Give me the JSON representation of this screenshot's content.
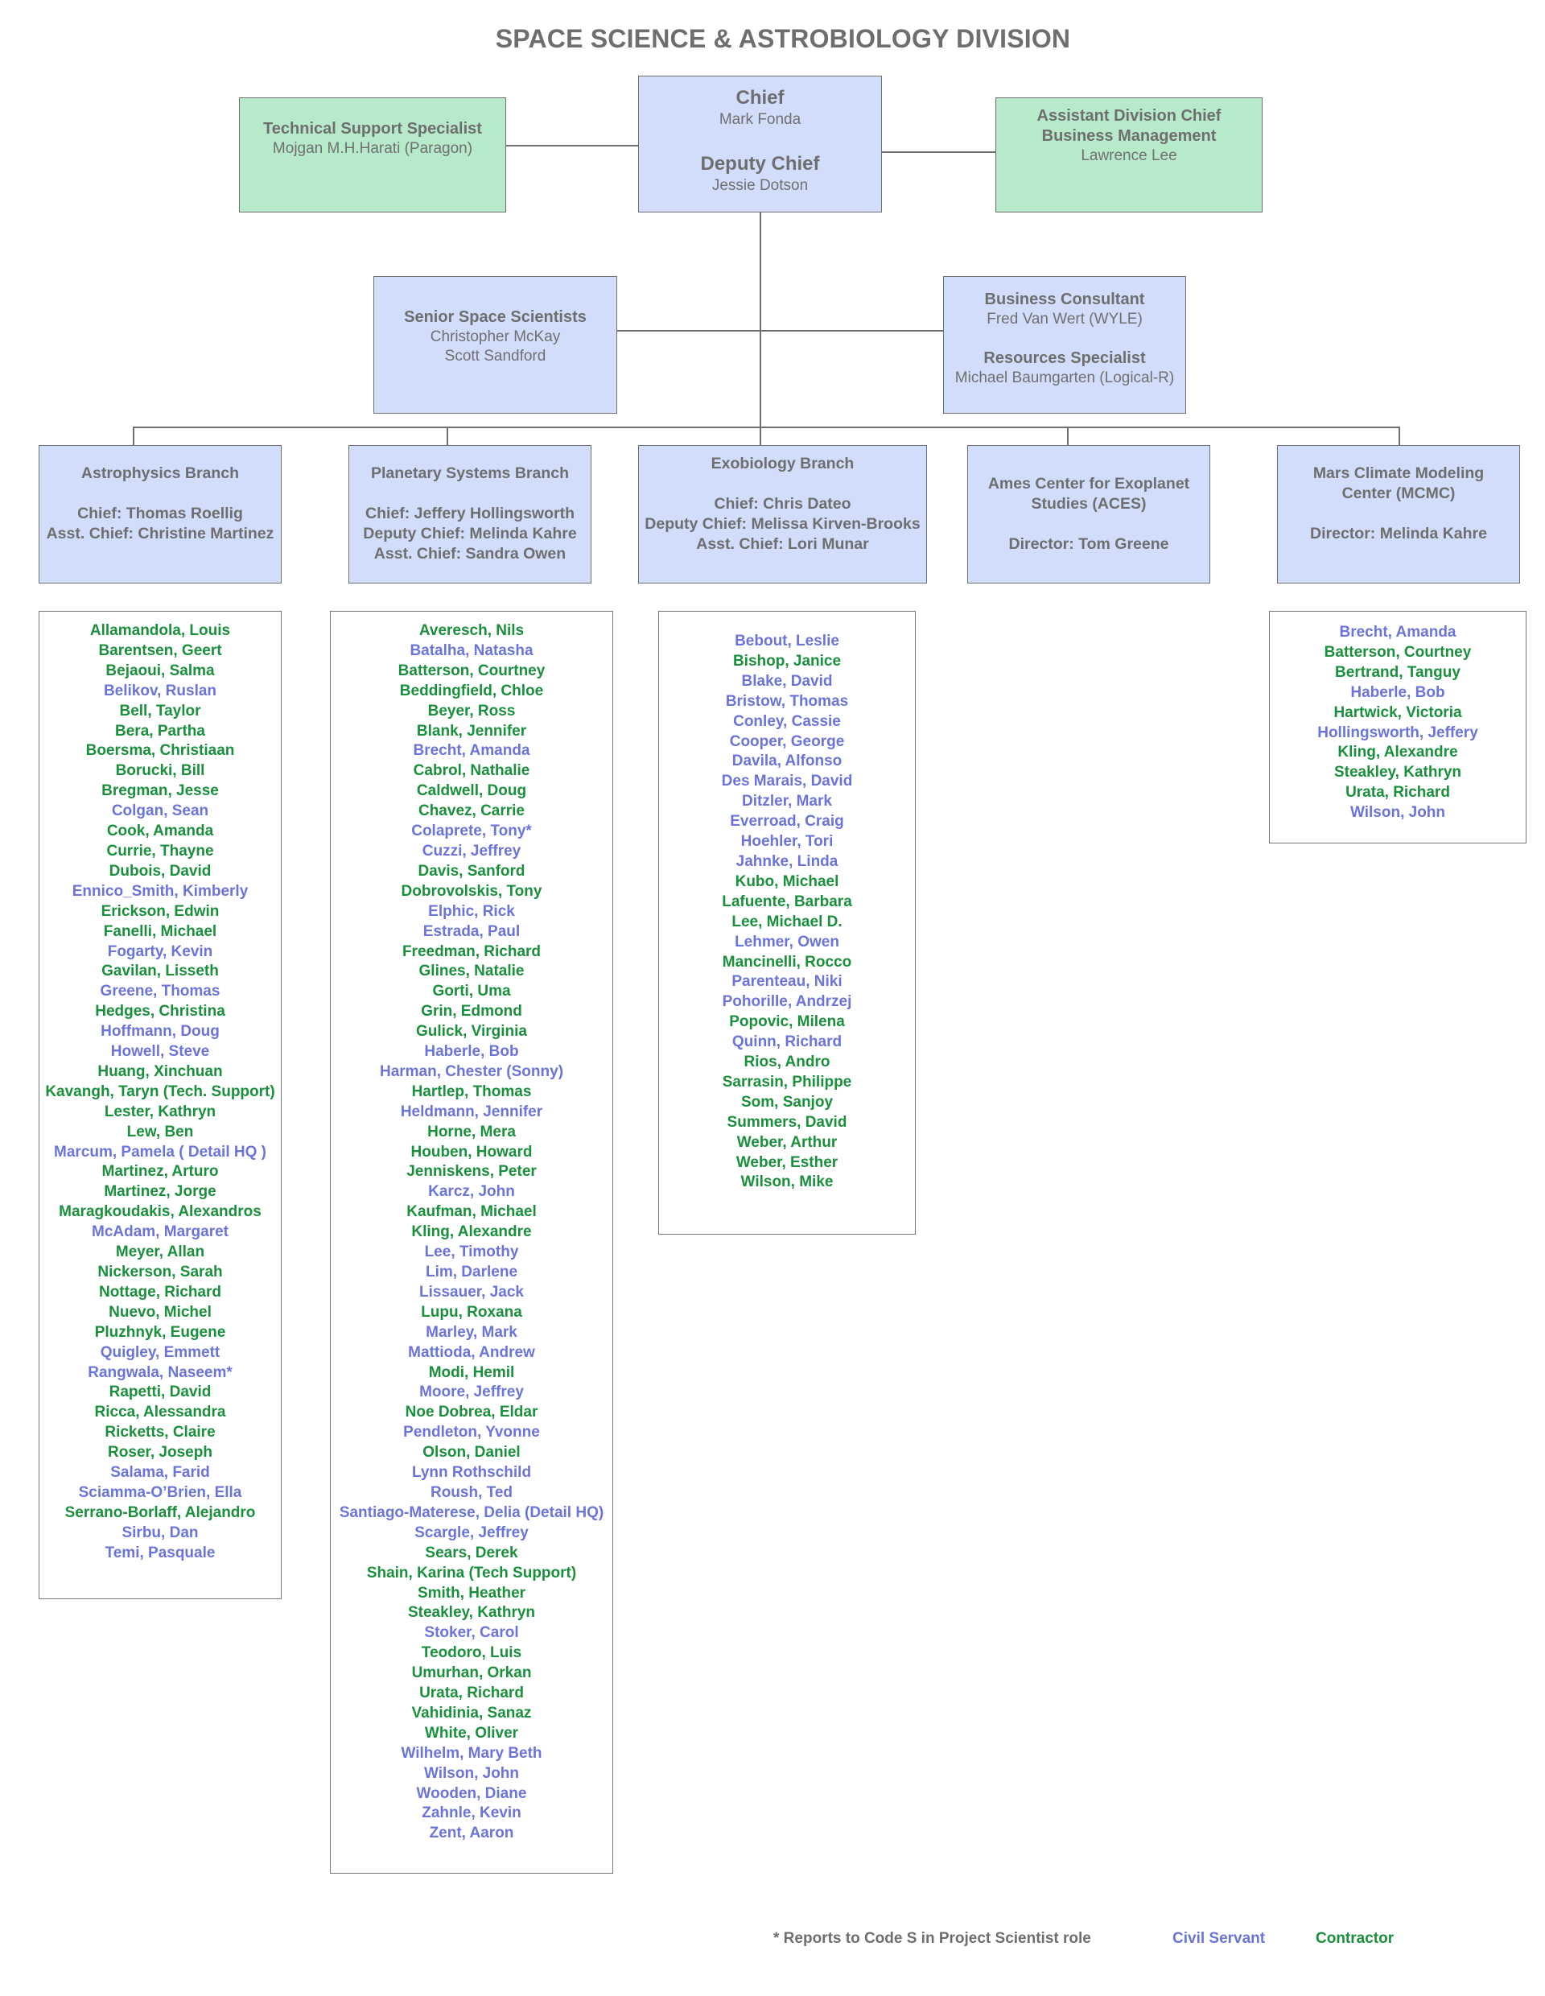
{
  "title": "SPACE SCIENCE & ASTROBIOLOGY DIVISION",
  "colors": {
    "civil_servant": "#6b74d9",
    "contractor": "#1a8f3c",
    "box_blue": "#d1ddfa",
    "box_green": "#b7e9cb",
    "text_gray": "#6e6e6e"
  },
  "leadership": {
    "chief_label": "Chief",
    "chief_name": "Mark Fonda",
    "deputy_label": "Deputy Chief",
    "deputy_name": "Jessie Dotson"
  },
  "tech_support": {
    "role": "Technical Support Specialist",
    "name": "Mojgan M.H.Harati (Paragon)"
  },
  "asst_chief": {
    "role_line1": "Assistant Division Chief",
    "role_line2": "Business Management",
    "name": "Lawrence Lee"
  },
  "senior_scientists": {
    "role": "Senior Space Scientists",
    "names": [
      "Christopher McKay",
      "Scott Sandford"
    ]
  },
  "business": {
    "consultant_role": "Business Consultant",
    "consultant_name": "Fred Van Wert (WYLE)",
    "resources_role": "Resources Specialist",
    "resources_name": "Michael Baumgarten (Logical-R)"
  },
  "branches": [
    {
      "name": "Astrophysics Branch",
      "lines": [
        "Chief: Thomas Roellig",
        "Asst. Chief: Christine Martinez"
      ],
      "members": [
        {
          "name": "Allamandola, Louis",
          "type": "contractor"
        },
        {
          "name": "Barentsen, Geert",
          "type": "contractor"
        },
        {
          "name": "Bejaoui, Salma",
          "type": "contractor"
        },
        {
          "name": "Belikov, Ruslan",
          "type": "civil"
        },
        {
          "name": "Bell, Taylor",
          "type": "contractor"
        },
        {
          "name": "Bera, Partha",
          "type": "contractor"
        },
        {
          "name": "Boersma, Christiaan",
          "type": "contractor"
        },
        {
          "name": "Borucki, Bill",
          "type": "contractor"
        },
        {
          "name": "Bregman, Jesse",
          "type": "contractor"
        },
        {
          "name": "Colgan, Sean",
          "type": "civil"
        },
        {
          "name": "Cook, Amanda",
          "type": "contractor"
        },
        {
          "name": "Currie, Thayne",
          "type": "contractor"
        },
        {
          "name": "Dubois, David",
          "type": "contractor"
        },
        {
          "name": "Ennico_Smith, Kimberly",
          "type": "civil"
        },
        {
          "name": "Erickson, Edwin",
          "type": "contractor"
        },
        {
          "name": "Fanelli, Michael",
          "type": "contractor"
        },
        {
          "name": "Fogarty, Kevin",
          "type": "civil"
        },
        {
          "name": "Gavilan, Lisseth",
          "type": "contractor"
        },
        {
          "name": "Greene, Thomas",
          "type": "civil"
        },
        {
          "name": "Hedges, Christina",
          "type": "contractor"
        },
        {
          "name": "Hoffmann, Doug",
          "type": "civil"
        },
        {
          "name": "Howell, Steve",
          "type": "civil"
        },
        {
          "name": "Huang, Xinchuan",
          "type": "contractor"
        },
        {
          "name": "Kavangh, Taryn (Tech. Support)",
          "type": "contractor"
        },
        {
          "name": "Lester, Kathryn",
          "type": "contractor"
        },
        {
          "name": "Lew, Ben",
          "type": "contractor"
        },
        {
          "name": "Marcum, Pamela ( Detail HQ )",
          "type": "civil"
        },
        {
          "name": "Martinez, Arturo",
          "type": "contractor"
        },
        {
          "name": "Martinez, Jorge",
          "type": "contractor"
        },
        {
          "name": "Maragkoudakis, Alexandros",
          "type": "contractor"
        },
        {
          "name": "McAdam, Margaret",
          "type": "civil"
        },
        {
          "name": "Meyer, Allan",
          "type": "contractor"
        },
        {
          "name": "Nickerson, Sarah",
          "type": "contractor"
        },
        {
          "name": "Nottage, Richard",
          "type": "contractor"
        },
        {
          "name": "Nuevo, Michel",
          "type": "contractor"
        },
        {
          "name": "Pluzhnyk, Eugene",
          "type": "contractor"
        },
        {
          "name": "Quigley, Emmett",
          "type": "civil"
        },
        {
          "name": "Rangwala, Naseem*",
          "type": "civil"
        },
        {
          "name": "Rapetti, David",
          "type": "contractor"
        },
        {
          "name": "Ricca, Alessandra",
          "type": "contractor"
        },
        {
          "name": "Ricketts, Claire",
          "type": "contractor"
        },
        {
          "name": "Roser, Joseph",
          "type": "contractor"
        },
        {
          "name": "Salama, Farid",
          "type": "civil"
        },
        {
          "name": "Sciamma-O’Brien, Ella",
          "type": "civil"
        },
        {
          "name": "Serrano-Borlaff, Alejandro",
          "type": "contractor"
        },
        {
          "name": "Sirbu, Dan",
          "type": "civil"
        },
        {
          "name": "Temi, Pasquale",
          "type": "civil"
        }
      ]
    },
    {
      "name": "Planetary Systems Branch",
      "lines": [
        "Chief: Jeffery Hollingsworth",
        "Deputy Chief: Melinda Kahre",
        "Asst. Chief: Sandra Owen"
      ],
      "members": [
        {
          "name": "Averesch, Nils",
          "type": "contractor"
        },
        {
          "name": "Batalha, Natasha",
          "type": "civil"
        },
        {
          "name": "Batterson, Courtney",
          "type": "contractor"
        },
        {
          "name": "Beddingfield, Chloe",
          "type": "contractor"
        },
        {
          "name": "Beyer, Ross",
          "type": "contractor"
        },
        {
          "name": "Blank, Jennifer",
          "type": "contractor"
        },
        {
          "name": "Brecht, Amanda",
          "type": "civil"
        },
        {
          "name": "Cabrol, Nathalie",
          "type": "contractor"
        },
        {
          "name": "Caldwell, Doug",
          "type": "contractor"
        },
        {
          "name": "Chavez, Carrie",
          "type": "contractor"
        },
        {
          "name": "Colaprete, Tony*",
          "type": "civil"
        },
        {
          "name": "Cuzzi, Jeffrey",
          "type": "civil"
        },
        {
          "name": "Davis, Sanford",
          "type": "contractor"
        },
        {
          "name": "Dobrovolskis, Tony",
          "type": "contractor"
        },
        {
          "name": "Elphic, Rick",
          "type": "civil"
        },
        {
          "name": "Estrada, Paul",
          "type": "civil"
        },
        {
          "name": "Freedman, Richard",
          "type": "contractor"
        },
        {
          "name": "Glines, Natalie",
          "type": "contractor"
        },
        {
          "name": "Gorti, Uma",
          "type": "contractor"
        },
        {
          "name": "Grin, Edmond",
          "type": "contractor"
        },
        {
          "name": "Gulick, Virginia",
          "type": "contractor"
        },
        {
          "name": "Haberle, Bob",
          "type": "civil"
        },
        {
          "name": "Harman, Chester (Sonny)",
          "type": "civil"
        },
        {
          "name": "Hartlep, Thomas",
          "type": "contractor"
        },
        {
          "name": "Heldmann, Jennifer",
          "type": "civil"
        },
        {
          "name": "Horne, Mera",
          "type": "contractor"
        },
        {
          "name": "Houben, Howard",
          "type": "contractor"
        },
        {
          "name": "Jenniskens, Peter",
          "type": "contractor"
        },
        {
          "name": "Karcz, John",
          "type": "civil"
        },
        {
          "name": "Kaufman, Michael",
          "type": "contractor"
        },
        {
          "name": "Kling, Alexandre",
          "type": "contractor"
        },
        {
          "name": "Lee, Timothy",
          "type": "civil"
        },
        {
          "name": "Lim, Darlene",
          "type": "civil"
        },
        {
          "name": "Lissauer, Jack",
          "type": "civil"
        },
        {
          "name": "Lupu, Roxana",
          "type": "contractor"
        },
        {
          "name": "Marley, Mark",
          "type": "civil"
        },
        {
          "name": "Mattioda, Andrew",
          "type": "civil"
        },
        {
          "name": "Modi, Hemil",
          "type": "contractor"
        },
        {
          "name": "Moore, Jeffrey",
          "type": "civil"
        },
        {
          "name": "Noe Dobrea, Eldar",
          "type": "contractor"
        },
        {
          "name": "Pendleton, Yvonne",
          "type": "civil"
        },
        {
          "name": "Olson, Daniel",
          "type": "contractor"
        },
        {
          "name": "Lynn Rothschild",
          "type": "civil"
        },
        {
          "name": "Roush, Ted",
          "type": "civil"
        },
        {
          "name": "Santiago-Materese, Delia (Detail HQ)",
          "type": "civil"
        },
        {
          "name": "Scargle, Jeffrey",
          "type": "civil"
        },
        {
          "name": "Sears, Derek",
          "type": "contractor"
        },
        {
          "name": "Shain, Karina (Tech Support)",
          "type": "contractor"
        },
        {
          "name": "Smith, Heather",
          "type": "contractor"
        },
        {
          "name": "Steakley, Kathryn",
          "type": "contractor"
        },
        {
          "name": "Stoker, Carol",
          "type": "civil"
        },
        {
          "name": "Teodoro, Luis",
          "type": "contractor"
        },
        {
          "name": "Umurhan, Orkan",
          "type": "contractor"
        },
        {
          "name": "Urata, Richard",
          "type": "contractor"
        },
        {
          "name": "Vahidinia, Sanaz",
          "type": "contractor"
        },
        {
          "name": "White, Oliver",
          "type": "contractor"
        },
        {
          "name": "Wilhelm, Mary Beth",
          "type": "civil"
        },
        {
          "name": "Wilson, John",
          "type": "civil"
        },
        {
          "name": "Wooden, Diane",
          "type": "civil"
        },
        {
          "name": "Zahnle, Kevin",
          "type": "civil"
        },
        {
          "name": "Zent, Aaron",
          "type": "civil"
        }
      ]
    },
    {
      "name": "Exobiology Branch",
      "lines": [
        "Chief: Chris Dateo",
        "Deputy Chief: Melissa Kirven-Brooks",
        "Asst. Chief: Lori Munar"
      ],
      "members": [
        {
          "name": "Bebout, Leslie",
          "type": "civil"
        },
        {
          "name": "Bishop, Janice",
          "type": "contractor"
        },
        {
          "name": "Blake, David",
          "type": "civil"
        },
        {
          "name": "Bristow, Thomas",
          "type": "civil"
        },
        {
          "name": "Conley, Cassie",
          "type": "civil"
        },
        {
          "name": "Cooper, George",
          "type": "civil"
        },
        {
          "name": "Davila, Alfonso",
          "type": "civil"
        },
        {
          "name": "Des Marais, David",
          "type": "civil"
        },
        {
          "name": "Ditzler, Mark",
          "type": "civil"
        },
        {
          "name": "Everroad, Craig",
          "type": "civil"
        },
        {
          "name": "Hoehler, Tori",
          "type": "civil"
        },
        {
          "name": "Jahnke, Linda",
          "type": "civil"
        },
        {
          "name": "Kubo, Michael",
          "type": "contractor"
        },
        {
          "name": "Lafuente, Barbara",
          "type": "contractor"
        },
        {
          "name": "Lee, Michael D.",
          "type": "contractor"
        },
        {
          "name": "Lehmer, Owen",
          "type": "civil"
        },
        {
          "name": "Mancinelli, Rocco",
          "type": "contractor"
        },
        {
          "name": "Parenteau, Niki",
          "type": "civil"
        },
        {
          "name": "Pohorille, Andrzej",
          "type": "civil"
        },
        {
          "name": "Popovic, Milena",
          "type": "contractor"
        },
        {
          "name": "Quinn, Richard",
          "type": "civil"
        },
        {
          "name": "Rios, Andro",
          "type": "contractor"
        },
        {
          "name": "Sarrasin, Philippe",
          "type": "contractor"
        },
        {
          "name": "Som, Sanjoy",
          "type": "contractor"
        },
        {
          "name": "Summers, David",
          "type": "contractor"
        },
        {
          "name": "Weber, Arthur",
          "type": "contractor"
        },
        {
          "name": "Weber, Esther",
          "type": "contractor"
        },
        {
          "name": "Wilson, Mike",
          "type": "contractor"
        }
      ]
    },
    {
      "name_line1": "Ames Center for  Exoplanet",
      "name_line2": "Studies  (ACES)",
      "lines": [
        "Director: Tom Greene"
      ],
      "members": []
    },
    {
      "name_line1": "Mars Climate Modeling",
      "name_line2": "Center (MCMC)",
      "lines": [
        "Director: Melinda Kahre"
      ],
      "members": [
        {
          "name": "Brecht, Amanda",
          "type": "civil"
        },
        {
          "name": "Batterson, Courtney",
          "type": "contractor"
        },
        {
          "name": "Bertrand, Tanguy",
          "type": "contractor"
        },
        {
          "name": "Haberle, Bob",
          "type": "civil"
        },
        {
          "name": "Hartwick, Victoria",
          "type": "contractor"
        },
        {
          "name": "Hollingsworth, Jeffery",
          "type": "civil"
        },
        {
          "name": "Kling, Alexandre",
          "type": "contractor"
        },
        {
          "name": "Steakley, Kathryn",
          "type": "contractor"
        },
        {
          "name": "Urata, Richard",
          "type": "contractor"
        },
        {
          "name": "Wilson, John",
          "type": "civil"
        }
      ]
    }
  ],
  "legend": {
    "footnote": "* Reports to Code S in Project Scientist role",
    "civil_servant": "Civil Servant",
    "contractor": "Contractor"
  }
}
